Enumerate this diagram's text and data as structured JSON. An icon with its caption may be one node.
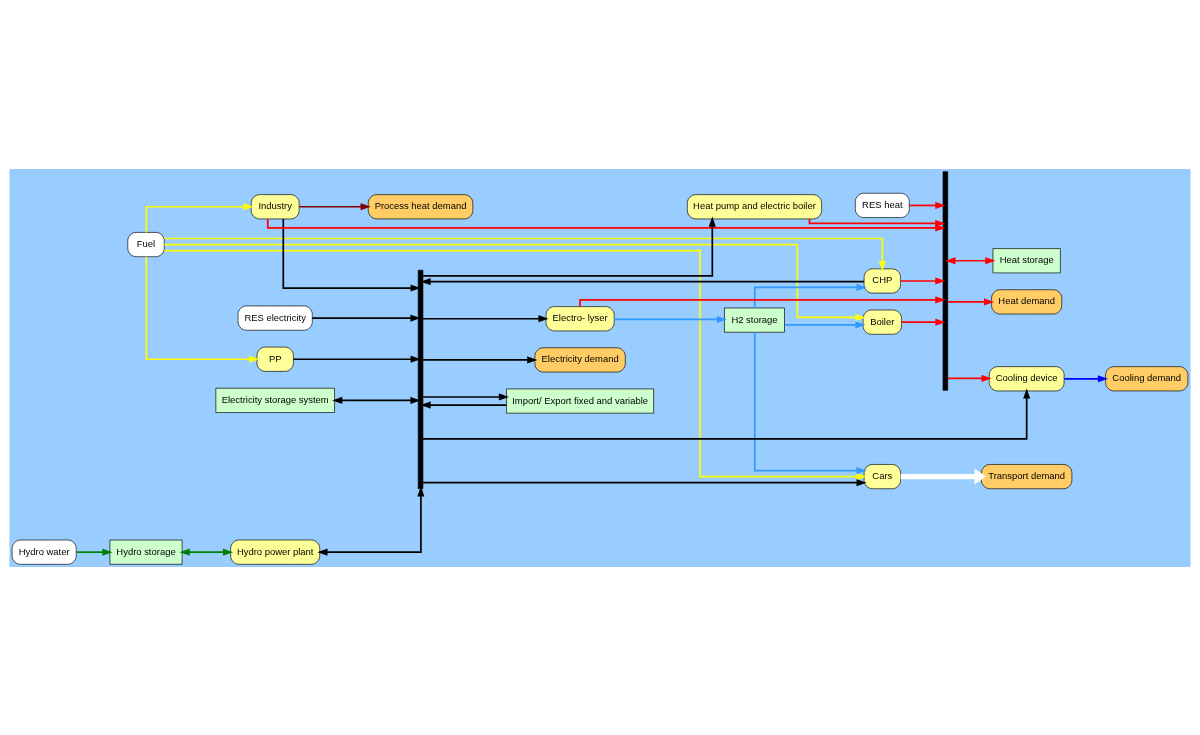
{
  "diagram": {
    "nodes": [
      {
        "text": [
          "Hydro water"
        ]
      },
      {
        "text": [
          "Hydro storage"
        ]
      },
      {
        "text": [
          "Hydro power plant"
        ]
      },
      {
        "text": [
          "Electricity storage system"
        ]
      },
      {
        "text": [
          "Import/ Export fixed and variable"
        ]
      },
      {
        "text": [
          "Electricity demand"
        ]
      },
      {
        "text": [
          "RES electricity"
        ]
      },
      {
        "text": [
          "PP"
        ]
      },
      {
        "text": [
          "Cooling device"
        ]
      },
      {
        "text": [
          "Cooling demand"
        ]
      },
      {
        "text": [
          "Fuel"
        ]
      },
      {
        "text": [
          "CHP"
        ]
      },
      {
        "text": [
          "Heat pump and electric boiler"
        ]
      },
      {
        "text": [
          "Heat demand"
        ]
      },
      {
        "text": [
          "Boiler"
        ]
      },
      {
        "text": [
          "RES heat"
        ]
      },
      {
        "text": [
          "Heat storage"
        ]
      },
      {
        "text": [
          "H2 storage"
        ]
      },
      {
        "text": [
          "Electro- lyser"
        ]
      },
      {
        "text": [
          "Cars"
        ]
      },
      {
        "text": [
          "Transport demand"
        ]
      },
      {
        "text": [
          "Industry"
        ]
      },
      {
        "text": [
          "Process heat demand"
        ]
      },
      {
        "text": [],
        "shape": "bar"
      },
      {
        "text": [],
        "shape": "bar"
      }
    ],
    "edges": [
      {
        "from": 0,
        "to": 1,
        "arrow": "to",
        "color": "#008000"
      },
      {
        "from": 1,
        "to": 2,
        "arrow": "both",
        "color": "#008000"
      },
      {
        "from": 6,
        "to": 23,
        "arrow": "to"
      },
      {
        "from": 7,
        "to": 23,
        "arrow": "to"
      },
      {
        "from": 11,
        "to": 23,
        "arrow": "to"
      },
      {
        "from": 2,
        "to": 23,
        "arrow": "both"
      },
      {
        "from": 3,
        "to": 23,
        "arrow": "both"
      },
      {
        "from": 4,
        "to": 23,
        "arrow": "to"
      },
      {
        "from": 23,
        "to": 4,
        "arrow": "to"
      },
      {
        "from": 23,
        "to": 5,
        "arrow": "to"
      },
      {
        "from": 23,
        "to": 8,
        "arrow": "to"
      },
      {
        "from": 23,
        "to": 12,
        "arrow": "to"
      },
      {
        "from": 23,
        "to": 18,
        "arrow": "to"
      },
      {
        "from": 23,
        "to": 19,
        "arrow": "to"
      },
      {
        "from": 21,
        "to": 23,
        "arrow": "to"
      },
      {
        "from": 8,
        "to": 9,
        "arrow": "to",
        "color": "#0000ff"
      },
      {
        "from": 10,
        "to": 7,
        "arrow": "to",
        "color": "#ffff00"
      },
      {
        "from": 10,
        "to": 11,
        "arrow": "to",
        "color": "#ffff00"
      },
      {
        "from": 10,
        "to": 14,
        "arrow": "to",
        "color": "#ffff00"
      },
      {
        "from": 10,
        "to": 19,
        "arrow": "to",
        "color": "#ffff00"
      },
      {
        "from": 10,
        "to": 21,
        "arrow": "to",
        "color": "#ffff00"
      },
      {
        "from": 11,
        "to": 24,
        "arrow": "to",
        "color": "#ff0000"
      },
      {
        "from": 14,
        "to": 24,
        "arrow": "to",
        "color": "#ff0000"
      },
      {
        "from": 15,
        "to": 24,
        "arrow": "to",
        "color": "#ff0000"
      },
      {
        "from": 12,
        "to": 24,
        "arrow": "to",
        "color": "#ff0000"
      },
      {
        "from": 18,
        "to": 24,
        "arrow": "to",
        "color": "#ff0000"
      },
      {
        "from": 21,
        "to": 24,
        "arrow": "to",
        "color": "#ff0000"
      },
      {
        "from": 24,
        "to": 8,
        "arrow": "to",
        "color": "#ff0000"
      },
      {
        "from": 24,
        "to": 16,
        "arrow": "both",
        "color": "#ff0000"
      },
      {
        "from": 24,
        "to": 13,
        "arrow": "to",
        "color": "#ff0000"
      },
      {
        "from": 18,
        "to": 17,
        "arrow": "to",
        "color": "#3399ff"
      },
      {
        "from": 17,
        "to": 11,
        "arrow": "to",
        "color": "#3399ff"
      },
      {
        "from": 17,
        "to": 14,
        "arrow": "to",
        "color": "#3399ff"
      },
      {
        "from": 17,
        "to": 19,
        "arrow": "to",
        "color": "#3399ff"
      },
      {
        "from": 19,
        "to": 20,
        "arrow": "to",
        "style": "thick",
        "color": "#ffffff"
      },
      {
        "from": 21,
        "to": 22,
        "arrow": "to",
        "color": "#800000"
      }
    ]
  }
}
